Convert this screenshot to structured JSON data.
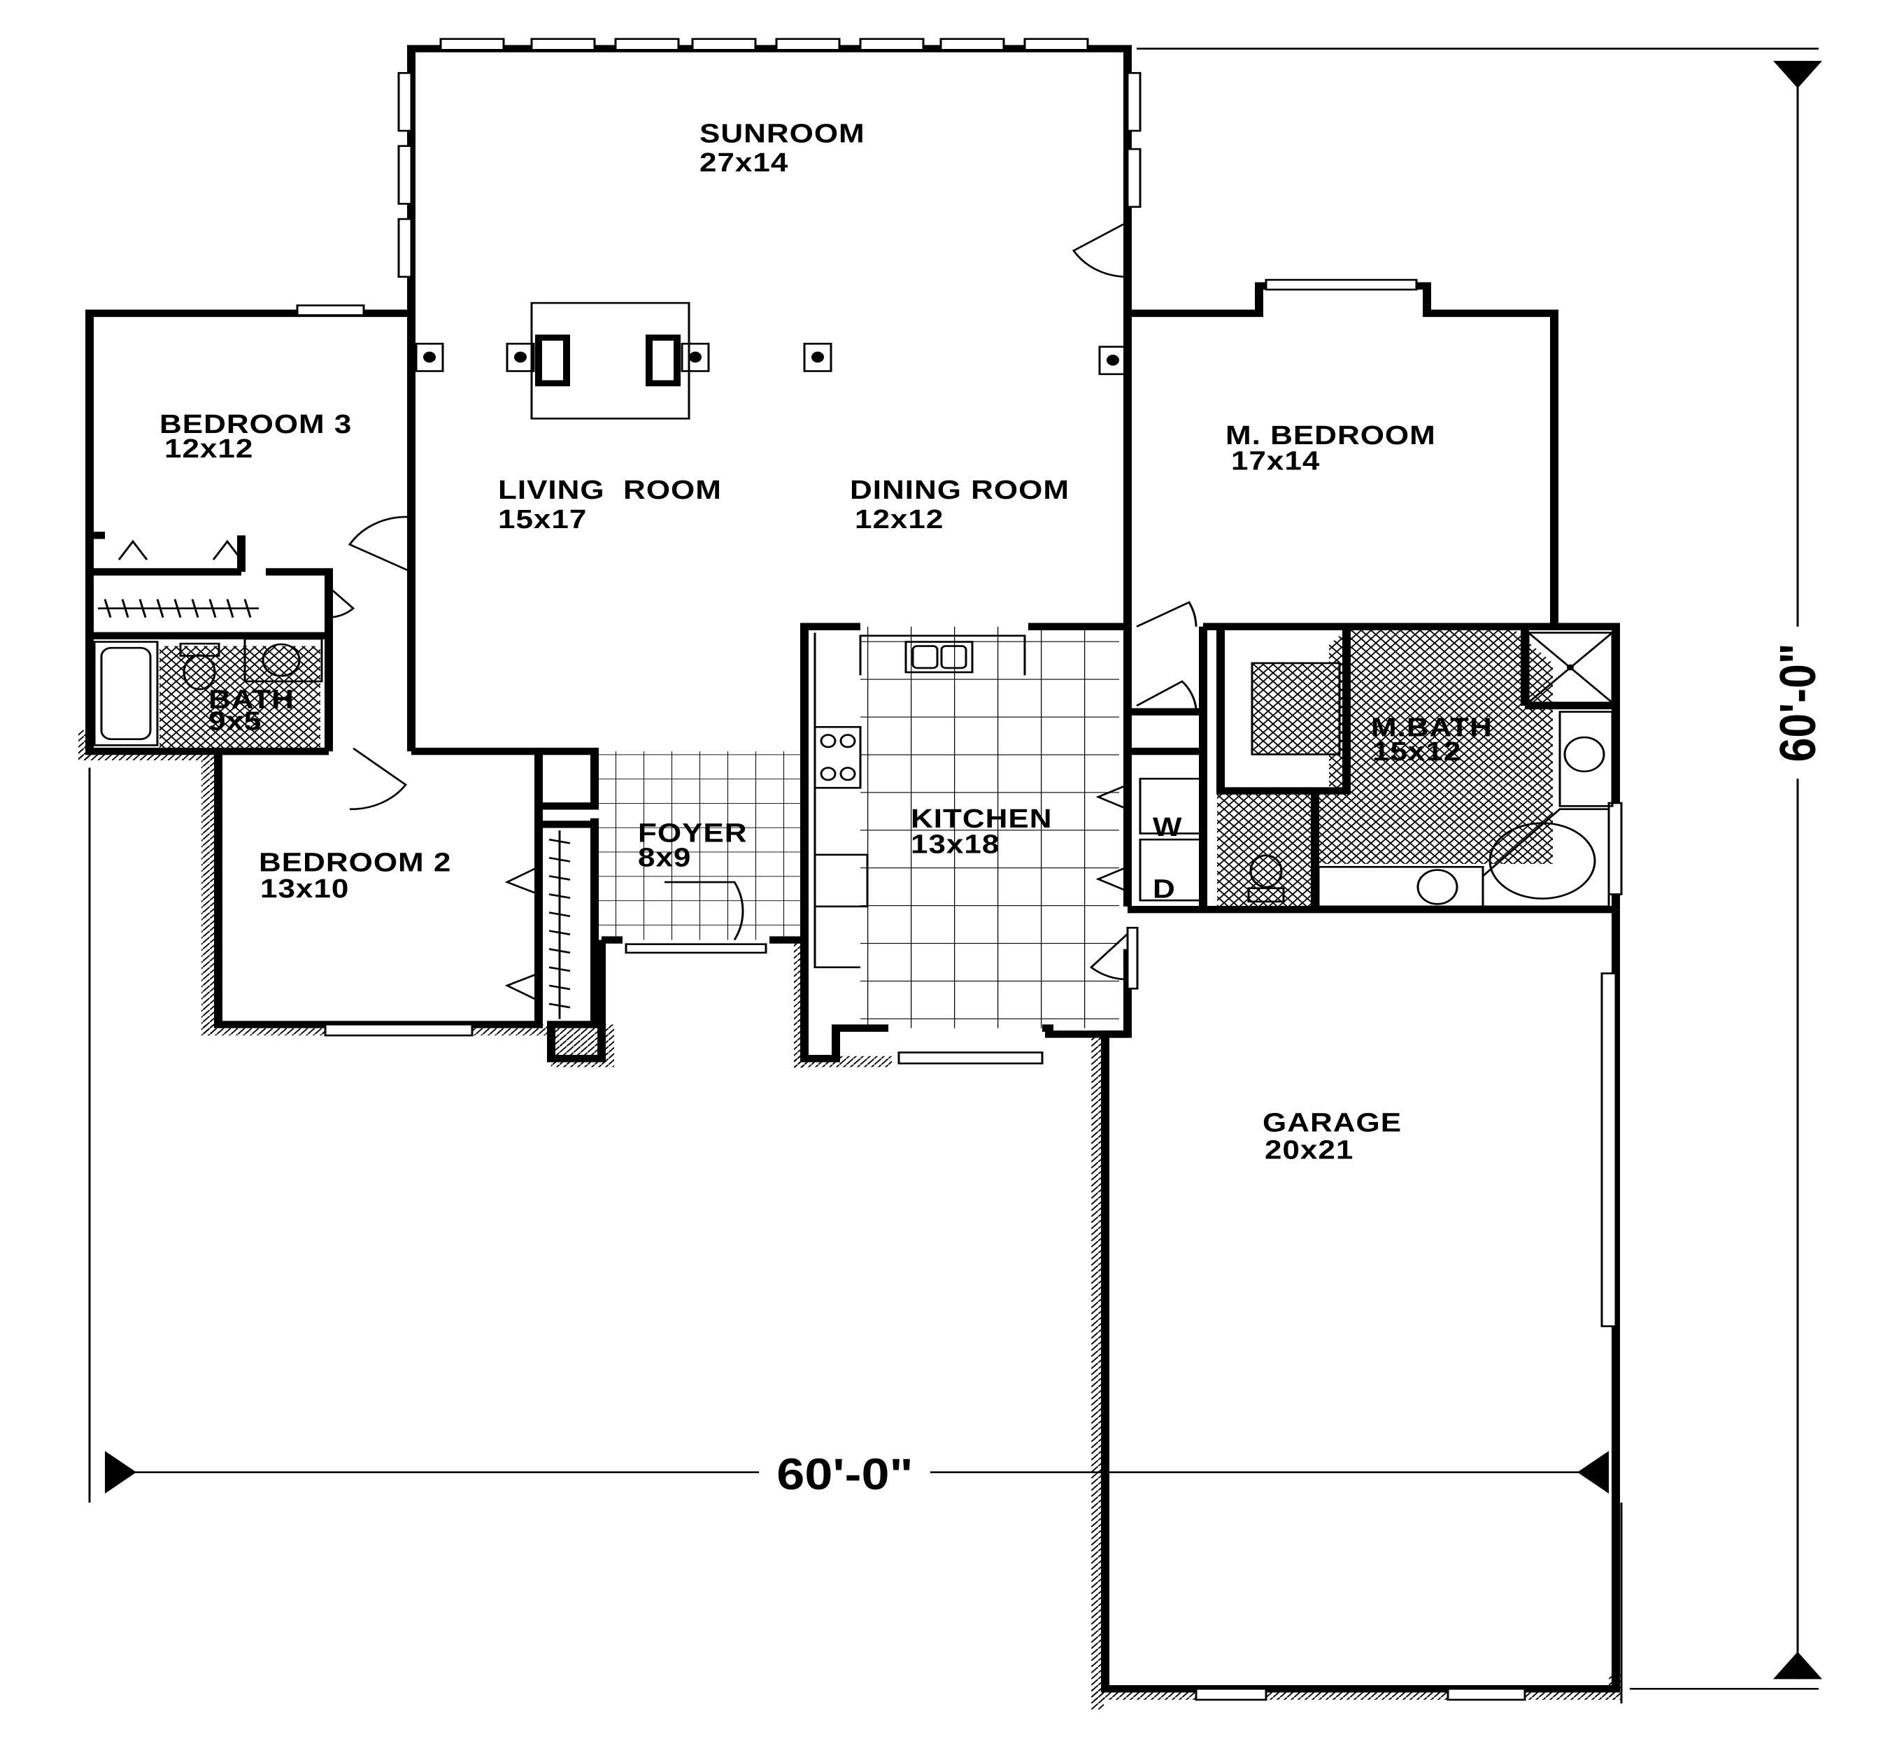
{
  "rooms": {
    "sunroom": {
      "name": "SUNROOM",
      "size": "27x14"
    },
    "bedroom3": {
      "name": "BEDROOM 3",
      "size": "12x12"
    },
    "living": {
      "name": "LIVING  ROOM",
      "size": "15x17"
    },
    "dining": {
      "name": "DINING ROOM",
      "size": "12x12"
    },
    "mbedroom": {
      "name": "M. BEDROOM",
      "size": "17x14"
    },
    "bath": {
      "name": "BATH",
      "size": "9x5"
    },
    "mbath": {
      "name": "M.BATH",
      "size": "15x12"
    },
    "bedroom2": {
      "name": "BEDROOM 2",
      "size": "13x10"
    },
    "foyer": {
      "name": "FOYER",
      "size": "8x9"
    },
    "kitchen": {
      "name": "KITCHEN",
      "size": "13x18"
    },
    "garage": {
      "name": "GARAGE",
      "size": "20x21"
    }
  },
  "laundry": {
    "washer": "W",
    "dryer": "D"
  },
  "dimensions": {
    "width": "60'-0\"",
    "depth": "60'-0\""
  }
}
